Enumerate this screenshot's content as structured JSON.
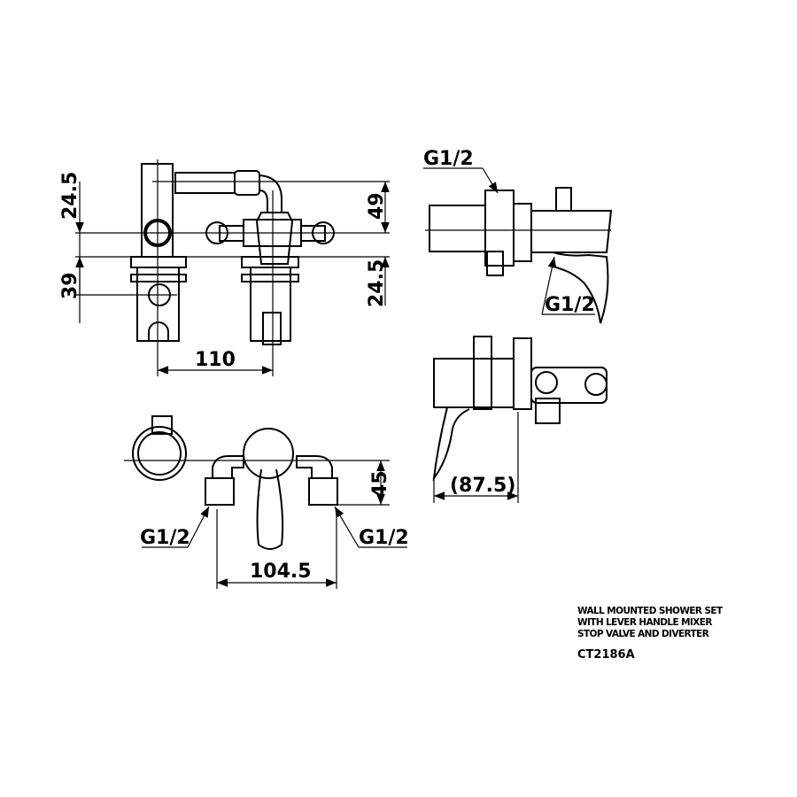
{
  "dimensions": {
    "top_left_upper": "24.5",
    "top_left_lower": "39",
    "top_right_upper": "49",
    "top_right_lower": "24.5",
    "top_width": "110",
    "front_height": "45",
    "front_width": "104.5",
    "side_depth": "(87.5)"
  },
  "thread_labels": {
    "side_top": "G1/2",
    "side_bottom": "G1/2",
    "front_left": "G1/2",
    "front_right": "G1/2"
  },
  "title_block": {
    "line1": "WALL MOUNTED SHOWER SET",
    "line2": "WITH LEVER HANDLE MIXER",
    "line3": "STOP VALVE AND DIVERTER",
    "model": "CT2186A"
  }
}
